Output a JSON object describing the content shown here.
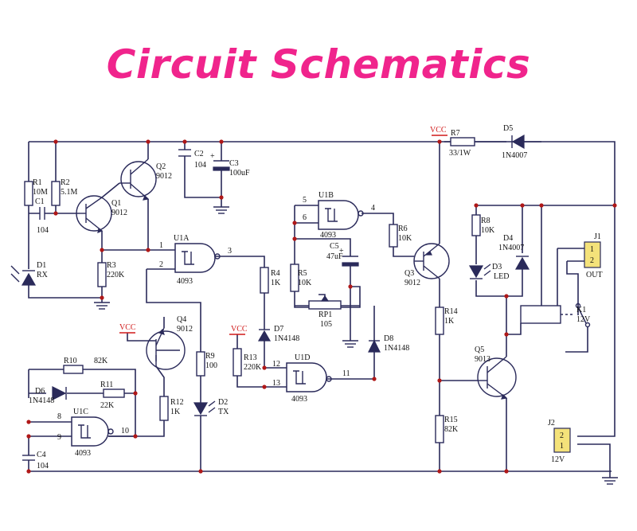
{
  "title": "Circuit Schematics",
  "colors": {
    "title": "#f0248c",
    "wire": "#2a2a5a",
    "node": "#b01818",
    "vcc": "#d01818",
    "connector": "#f4e27a"
  },
  "labels": {
    "r1_name": "R1",
    "r1_val": "10M",
    "r2_name": "R2",
    "r2_val": "5.1M",
    "c1_name": "C1",
    "c1_val": "104",
    "q1_name": "Q1",
    "q1_val": "9012",
    "q2_name": "Q2",
    "q2_val": "9012",
    "c2_name": "C2",
    "c2_val": "104",
    "c3_name": "C3",
    "c3_val": "100uF",
    "d1_name": "D1",
    "d1_val": "RX",
    "r3_name": "R3",
    "r3_val": "220K",
    "u1a_name": "U1A",
    "u1a_val": "4093",
    "u1a_p1": "1",
    "u1a_p2": "2",
    "u1a_p3": "3",
    "r4_name": "R4",
    "r4_val": "1K",
    "u1b_name": "U1B",
    "u1b_val": "4093",
    "u1b_p5": "5",
    "u1b_p6": "6",
    "u1b_p4": "4",
    "r5_name": "R5",
    "r5_val": "10K",
    "c5_name": "C5",
    "c5_val": "47uF",
    "rp1_name": "RP1",
    "rp1_val": "105",
    "r6_name": "R6",
    "r6_val": "10K",
    "q3_name": "Q3",
    "q3_val": "9012",
    "vcc_label": "VCC",
    "r7_name": "R7",
    "r7_val": "33/1W",
    "d5_name": "D5",
    "d5_val": "1N4007",
    "r8_name": "R8",
    "r8_val": "10K",
    "d4_name": "D4",
    "d4_val": "1N4007",
    "d3_name": "D3",
    "d3_val": "LED",
    "j1_name": "J1",
    "j1_p1": "1",
    "j1_p2": "2",
    "j1_out": "OUT",
    "k1_name": "K1",
    "k1_val": "12V",
    "q4_name": "Q4",
    "q4_val": "9012",
    "d7_name": "D7",
    "d7_val": "1N4148",
    "d8_name": "D8",
    "d8_val": "1N4148",
    "r13_name": "R13",
    "r13_val": "220K",
    "u1d_name": "U1D",
    "u1d_val": "4093",
    "u1d_p12": "12",
    "u1d_p13": "13",
    "u1d_p11": "11",
    "r9_name": "R9",
    "r9_val": "100",
    "d2_name": "D2",
    "d2_val": "TX",
    "r10_name": "R10",
    "r10_val": "82K",
    "d6_name": "D6",
    "d6_val": "1N4148",
    "r11_name": "R11",
    "r11_val": "22K",
    "u1c_name": "U1C",
    "u1c_val": "4093",
    "u1c_p8": "8",
    "u1c_p9": "9",
    "u1c_p10": "10",
    "r12_name": "R12",
    "r12_val": "1K",
    "c4_name": "C4",
    "c4_val": "104",
    "r14_name": "R14",
    "r14_val": "1K",
    "q5_name": "Q5",
    "q5_val": "9013",
    "r15_name": "R15",
    "r15_val": "82K",
    "j2_name": "J2",
    "j2_p2": "2",
    "j2_p1": "1",
    "j2_val": "12V"
  }
}
